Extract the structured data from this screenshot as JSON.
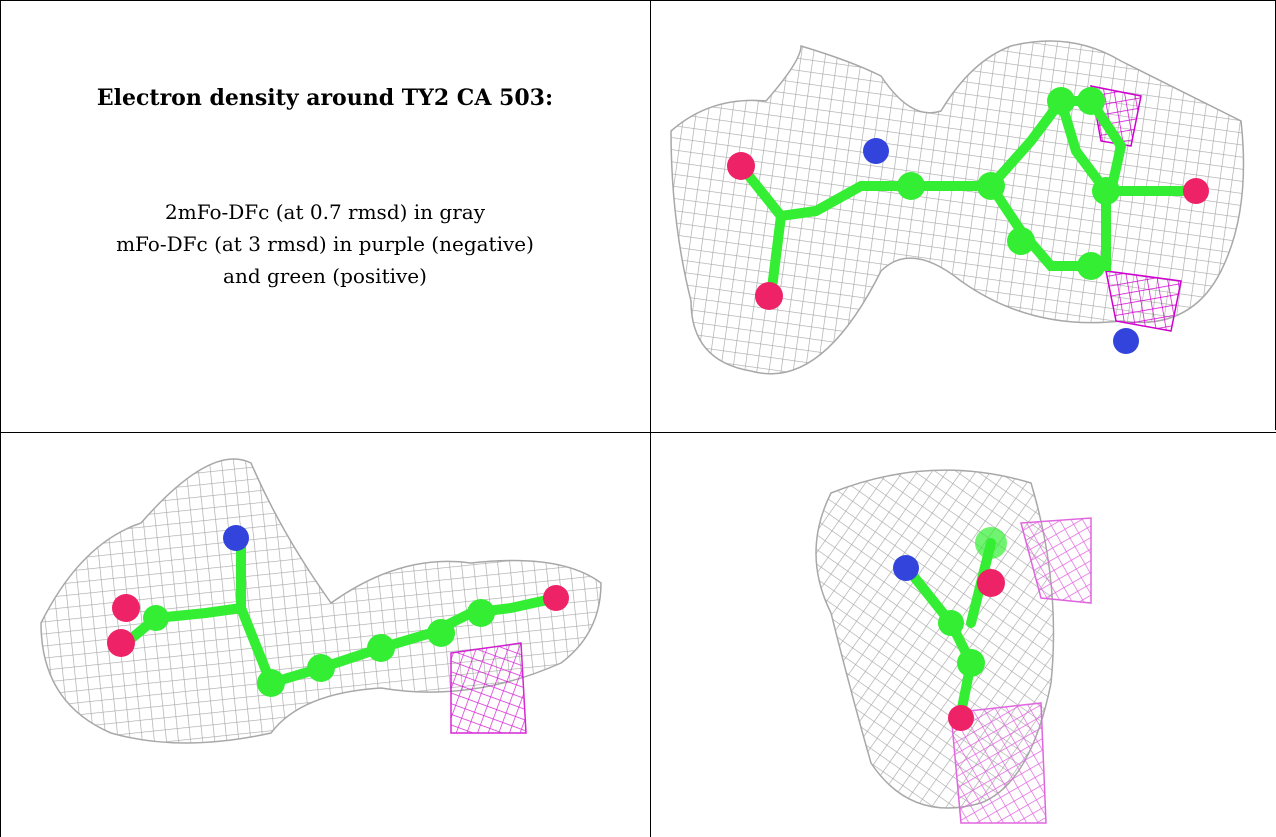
{
  "caption": {
    "title": "Electron density around TY2 CA 503:",
    "line1": "2mFo-DFc (at 0.7 rmsd) in gray",
    "line2": "mFo-DFc (at 3 rmsd) in purple (negative)",
    "line3": "and green (positive)"
  },
  "colors": {
    "mesh_gray": "#a8a8a8",
    "mesh_purple": "#d000d0",
    "carbon": "#33ee33",
    "oxygen": "#ee2266",
    "nitrogen": "#3344dd"
  },
  "panels": [
    {
      "name": "view-top-right",
      "icon": "density-map-view"
    },
    {
      "name": "view-bottom-left",
      "icon": "density-map-view"
    },
    {
      "name": "view-bottom-right",
      "icon": "density-map-view"
    }
  ]
}
